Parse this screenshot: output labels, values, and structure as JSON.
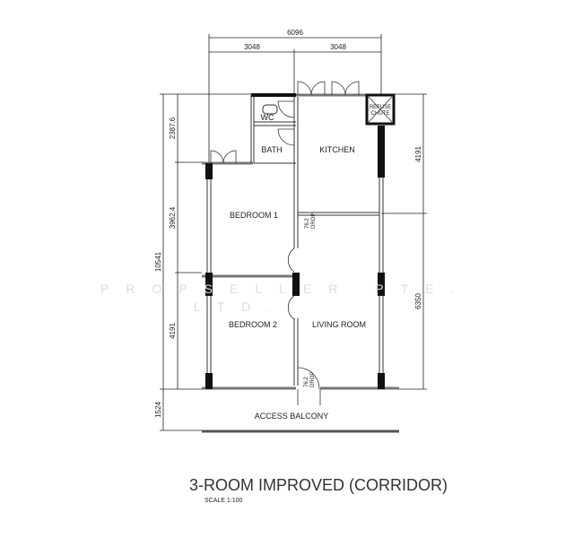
{
  "plan": {
    "title": "3-ROOM IMPROVED (CORRIDOR)",
    "scale": "SCALE   1:100",
    "rooms": {
      "wc": "WC",
      "bath": "BATH",
      "kitchen": "KITCHEN",
      "refuse_chute_line1": "REFUSE",
      "refuse_chute_line2": "CHUTE",
      "bedroom1": "BEDROOM 1",
      "bedroom2": "BEDROOM 2",
      "living_room": "LIVING ROOM",
      "access_balcony": "ACCESS BALCONY"
    },
    "drops": {
      "value": "76.2",
      "label": "DROP"
    },
    "dimensions": {
      "top_total": "6096",
      "top_left": "3048",
      "top_right": "3048",
      "left_total": "10541",
      "left_upper": "2387.6",
      "left_middle": "3962.4",
      "left_lower": "4191",
      "left_balcony": "1524",
      "right_upper": "4191",
      "right_lower": "6350"
    },
    "watermark": {
      "line1": "PROPSELLER PTE.",
      "line2": "LTD."
    }
  }
}
